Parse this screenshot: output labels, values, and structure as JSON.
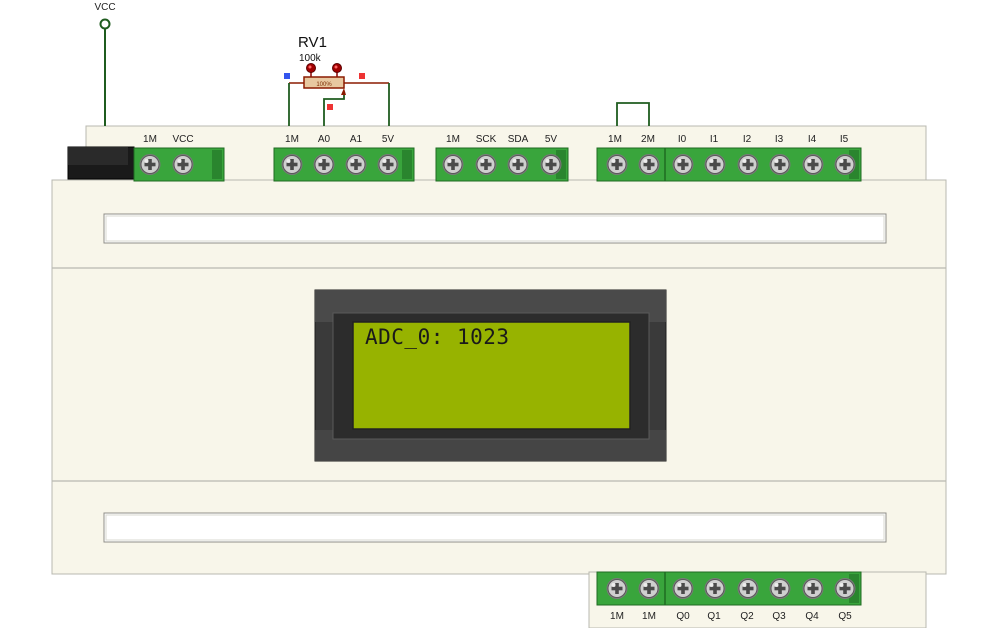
{
  "power": {
    "label": "VCC"
  },
  "potentiometer": {
    "ref": "RV1",
    "value": "100k",
    "wiper": "100%"
  },
  "terminals": {
    "power": [
      "1M",
      "VCC"
    ],
    "analog": [
      "1M",
      "A0",
      "A1",
      "5V"
    ],
    "i2c": [
      "1M",
      "SCK",
      "SDA",
      "5V"
    ],
    "inputs": [
      "1M",
      "2M",
      "I0",
      "I1",
      "I2",
      "I3",
      "I4",
      "I5"
    ],
    "outputs": [
      "1M",
      "1M",
      "Q0",
      "Q1",
      "Q2",
      "Q3",
      "Q4",
      "Q5"
    ]
  },
  "lcd": {
    "line1": "ADC_0: 1023",
    "line2": ""
  },
  "colors": {
    "terminal_green": "#39a53c",
    "terminal_dark": "#1f6b22",
    "screw_face": "#cfcfcf",
    "housing": "#f8f6ea",
    "lcd_bezel": "#3a3a3a",
    "lcd_screen": "#97b300",
    "wire": "#1f5c1f",
    "resistor_body": "#e8c8a0",
    "resistor_outline": "#8b1a00",
    "pin_knob": "#8b0000",
    "marker_red": "#ee3333",
    "marker_blue": "#3355ee"
  }
}
